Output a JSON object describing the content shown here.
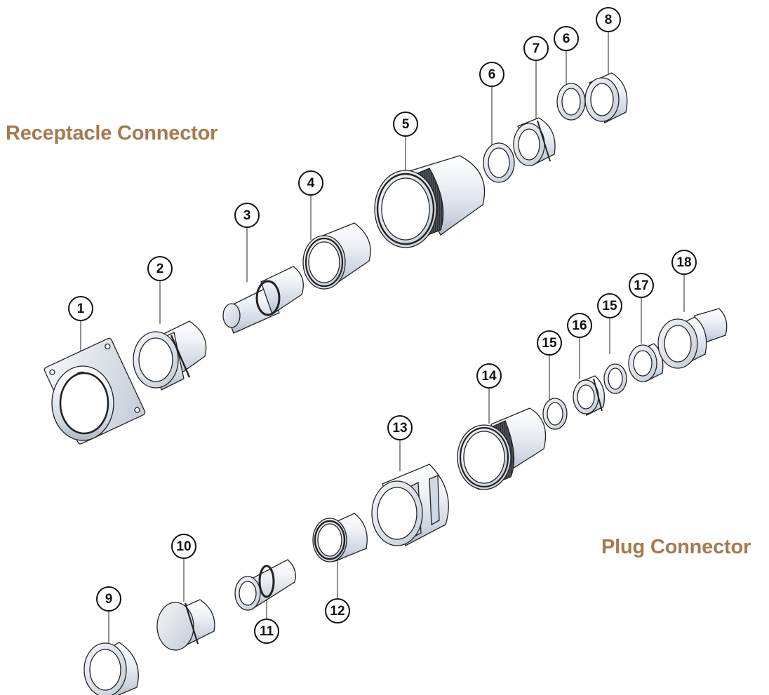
{
  "titles": {
    "receptacle": "Receptacle Connector",
    "plug": "Plug Connector"
  },
  "accent_color": "#a8794d",
  "callouts": {
    "c1": "1",
    "c2": "2",
    "c3": "3",
    "c4": "4",
    "c5": "5",
    "c6a": "6",
    "c7": "7",
    "c6b": "6",
    "c8": "8",
    "c9": "9",
    "c10": "10",
    "c11": "11",
    "c12": "12",
    "c13": "13",
    "c14": "14",
    "c15a": "15",
    "c16": "16",
    "c15b": "15",
    "c17": "17",
    "c18": "18"
  }
}
